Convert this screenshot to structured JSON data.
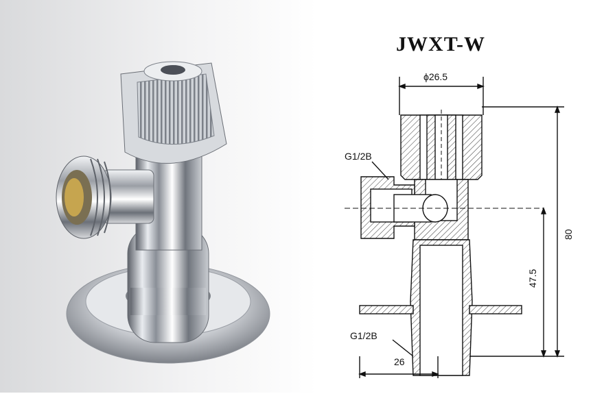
{
  "model": "JWXT-W",
  "drawing": {
    "dim_diameter": "26.5",
    "dim_diameter_symbol": "ϕ",
    "thread_top": "G1/2B",
    "thread_bottom": "G1/2B",
    "dim_base": "26",
    "dim_height_total": "80",
    "dim_height_outlet": "47.5"
  },
  "colors": {
    "background": "#ffffff",
    "line": "#111111",
    "chrome": "#b9bcc2"
  }
}
